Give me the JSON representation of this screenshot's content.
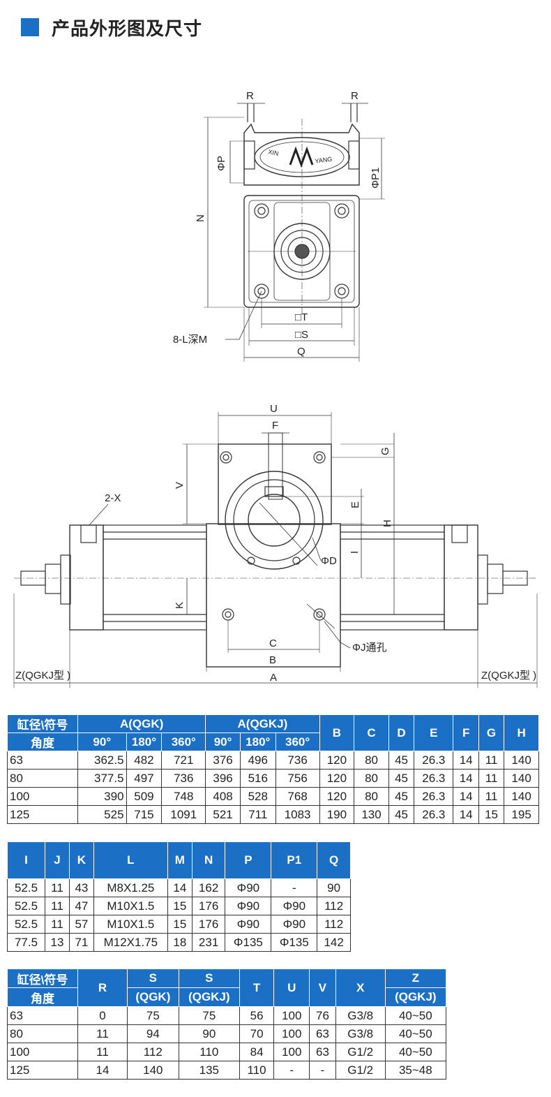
{
  "header": {
    "title": "产品外形图及尺寸"
  },
  "drawing_labels": {
    "r_left": "R",
    "r_right": "R",
    "phi_p": "ΦP",
    "phi_p1": "ΦP1",
    "n": "N",
    "t": "□T",
    "s": "□S",
    "q": "Q",
    "l_hole": "8-L深M",
    "u": "U",
    "f": "F",
    "g": "G",
    "v": "V",
    "e": "E",
    "h": "H",
    "i": "I",
    "x": "2-X",
    "phi_d": "ΦD",
    "k": "K",
    "c": "C",
    "b": "B",
    "a": "A",
    "phi_j": "ΦJ通孔",
    "z_left": "Z(QGKJ型 )",
    "z_right": "Z(QGKJ型 )",
    "logo_left": "XIN",
    "logo_right": "YANG"
  },
  "table1": {
    "h_bore": "缸径\\符号",
    "h_angle": "角度",
    "h_aqgk": "A(QGK)",
    "h_aqgkj": "A(QGKJ)",
    "deg": [
      "90°",
      "180°",
      "360°",
      "90°",
      "180°",
      "360°"
    ],
    "cols": [
      "B",
      "C",
      "D",
      "E",
      "F",
      "G",
      "H"
    ],
    "rows": [
      [
        "63",
        "362.5",
        "482",
        "721",
        "376",
        "496",
        "736",
        "120",
        "80",
        "45",
        "26.3",
        "14",
        "11",
        "140"
      ],
      [
        "80",
        "377.5",
        "497",
        "736",
        "396",
        "516",
        "756",
        "120",
        "80",
        "45",
        "26.3",
        "14",
        "11",
        "140"
      ],
      [
        "100",
        "390",
        "509",
        "748",
        "408",
        "528",
        "768",
        "120",
        "80",
        "45",
        "26.3",
        "14",
        "11",
        "140"
      ],
      [
        "125",
        "525",
        "715",
        "1091",
        "521",
        "711",
        "1083",
        "190",
        "130",
        "45",
        "26.3",
        "14",
        "15",
        "195"
      ]
    ]
  },
  "table2": {
    "cols": [
      "I",
      "J",
      "K",
      "L",
      "M",
      "N",
      "P",
      "P1",
      "Q"
    ],
    "rows": [
      [
        "52.5",
        "11",
        "43",
        "M8X1.25",
        "14",
        "162",
        "Φ90",
        "-",
        "90"
      ],
      [
        "52.5",
        "11",
        "47",
        "M10X1.5",
        "15",
        "176",
        "Φ90",
        "Φ90",
        "112"
      ],
      [
        "52.5",
        "11",
        "57",
        "M10X1.5",
        "15",
        "176",
        "Φ90",
        "Φ90",
        "112"
      ],
      [
        "77.5",
        "13",
        "71",
        "M12X1.75",
        "18",
        "231",
        "Φ135",
        "Φ135",
        "142"
      ]
    ]
  },
  "table3": {
    "h_bore": "缸径\\符号",
    "h_angle": "角度",
    "cols": [
      "R",
      "S",
      "S",
      "T",
      "U",
      "V",
      "X",
      "Z"
    ],
    "subs": [
      "(QGK)",
      "(QGKJ)",
      "(QGKJ)"
    ],
    "rows": [
      [
        "63",
        "0",
        "75",
        "75",
        "56",
        "100",
        "76",
        "G3/8",
        "40~50"
      ],
      [
        "80",
        "11",
        "94",
        "90",
        "70",
        "100",
        "63",
        "G3/8",
        "40~50"
      ],
      [
        "100",
        "11",
        "112",
        "110",
        "84",
        "100",
        "63",
        "G1/2",
        "40~50"
      ],
      [
        "125",
        "14",
        "140",
        "135",
        "110",
        "-",
        "-",
        "G1/2",
        "35~48"
      ]
    ]
  }
}
